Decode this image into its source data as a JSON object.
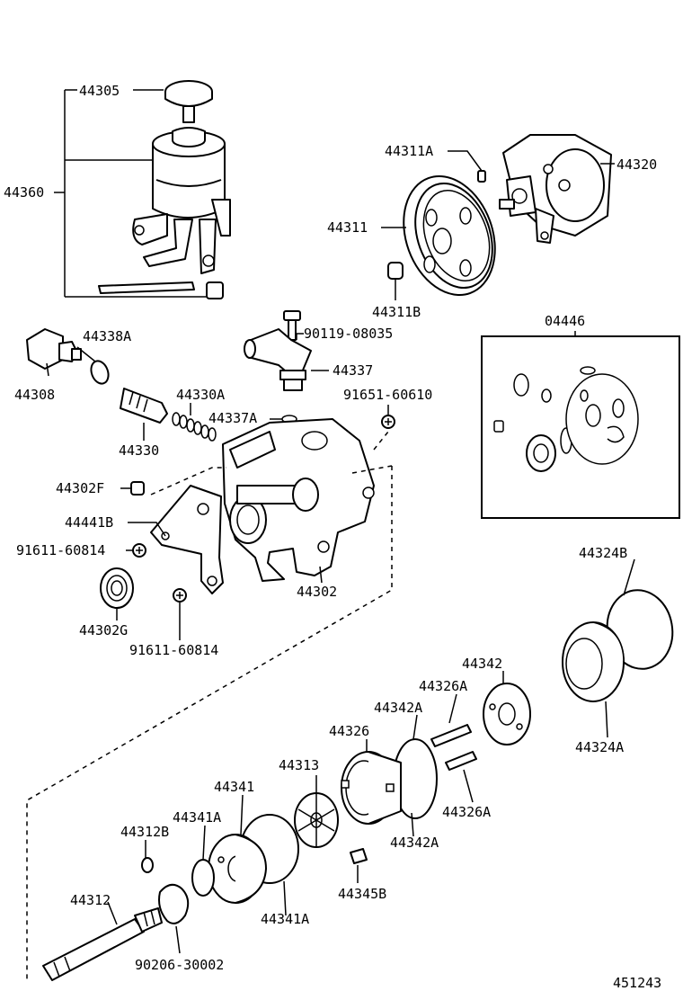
{
  "labels": {
    "p44305": "44305",
    "p44360": "44360",
    "p44311A": "44311A",
    "p44320": "44320",
    "p44311": "44311",
    "p44311B": "44311B",
    "p44338A": "44338A",
    "p90119": "90119-08035",
    "p44308": "44308",
    "p44337": "44337",
    "p04446": "04446",
    "p44330A": "44330A",
    "p91651": "91651-60610",
    "p44337A": "44337A",
    "p44330": "44330",
    "p44302F": "44302F",
    "p44441B": "44441B",
    "p91611a": "91611-60814",
    "p44302": "44302",
    "p44302G": "44302G",
    "p91611b": "91611-60814",
    "p44324B": "44324B",
    "p44342": "44342",
    "p44326A1": "44326A",
    "p44342A1": "44342A",
    "p44326": "44326",
    "p44324A": "44324A",
    "p44313": "44313",
    "p44341": "44341",
    "p44341A1": "44341A",
    "p44326A2": "44326A",
    "p44342A2": "44342A",
    "p44312B": "44312B",
    "p44345B": "44345B",
    "p44341A2": "44341A",
    "p44312": "44312",
    "p90206": "90206-30002",
    "diagramId": "451243"
  }
}
